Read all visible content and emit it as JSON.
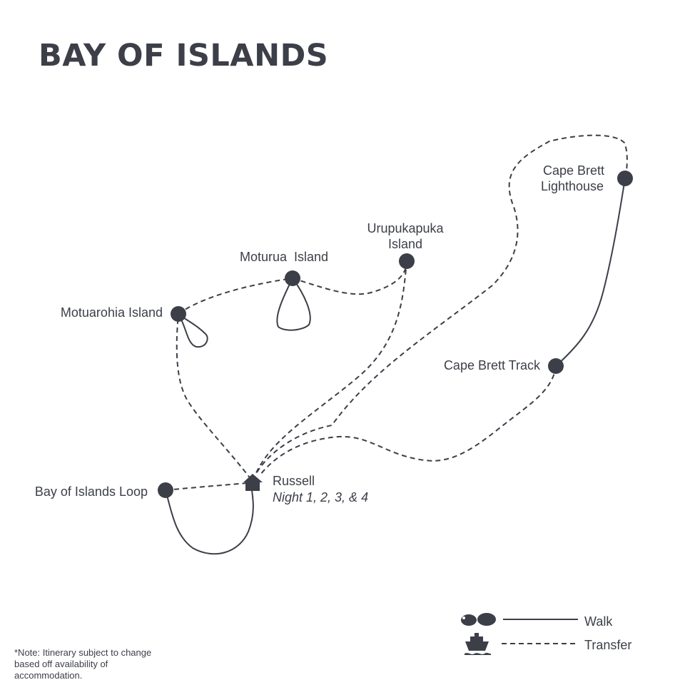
{
  "title": "BAY OF ISLANDS",
  "locations": {
    "cape_brett_lighthouse": [
      "Cape Brett",
      "Lighthouse"
    ],
    "urupukapuka": [
      "Urupukapuka",
      "Island"
    ],
    "moturua": "Moturua  Island",
    "motuarohia": "Motuarohia Island",
    "cape_brett_track": "Cape Brett Track",
    "bay_of_islands_loop": "Bay of Islands Loop",
    "russell": "Russell",
    "russell_nights": "Night 1, 2, 3, & 4"
  },
  "legend": {
    "walk": "Walk",
    "transfer": "Transfer"
  },
  "icons": {
    "walk": "footprints-icon",
    "transfer": "boat-icon",
    "accommodation": "house-icon"
  },
  "colors": {
    "ink": "#3c3f48",
    "background": "#ffffff"
  },
  "note": "*Note: Itinerary  subject to change based off availability of accommodation."
}
